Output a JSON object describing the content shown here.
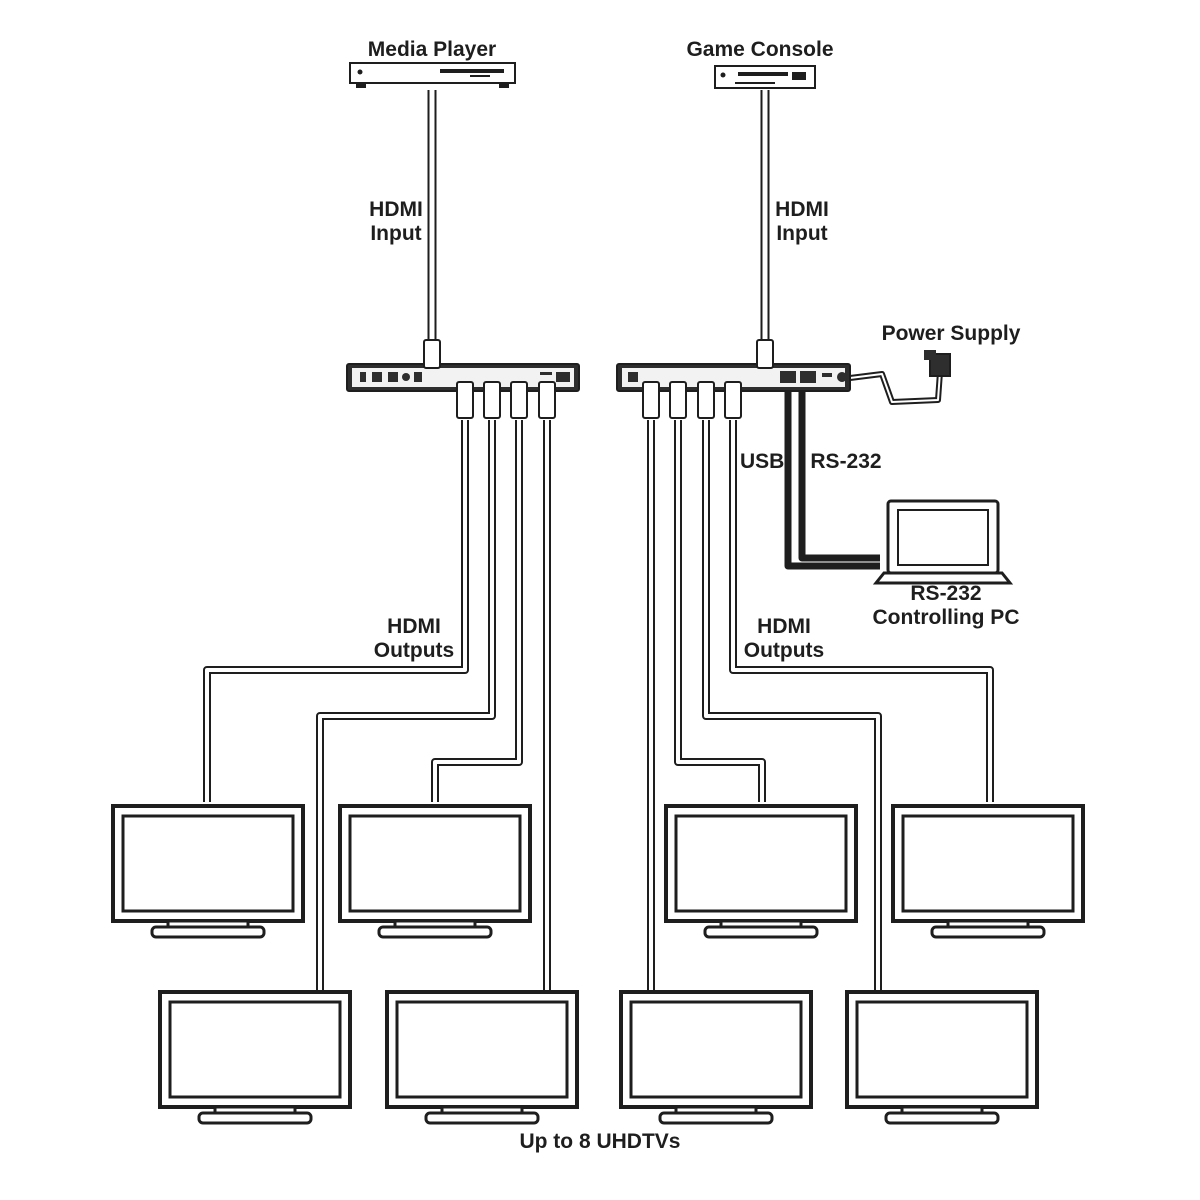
{
  "sources": [
    {
      "label": "Media Player",
      "cable_label": [
        "HDMI",
        "Input"
      ]
    },
    {
      "label": "Game Console",
      "cable_label": [
        "HDMI",
        "Input"
      ]
    }
  ],
  "outputs_label": [
    "HDMI",
    "Outputs"
  ],
  "power": {
    "label": "Power Supply"
  },
  "control": {
    "usb_label": "USB",
    "rs232_label": "RS-232",
    "pc_label": [
      "RS-232",
      "Controlling PC"
    ]
  },
  "displays": {
    "caption": "Up to 8 UHDTVs",
    "count": 8
  },
  "colors": {
    "line": "#1e1e1e",
    "cable_fill": "#ffffff",
    "device_fill": "#2e2e2e",
    "screen_fill": "#ffffff"
  }
}
